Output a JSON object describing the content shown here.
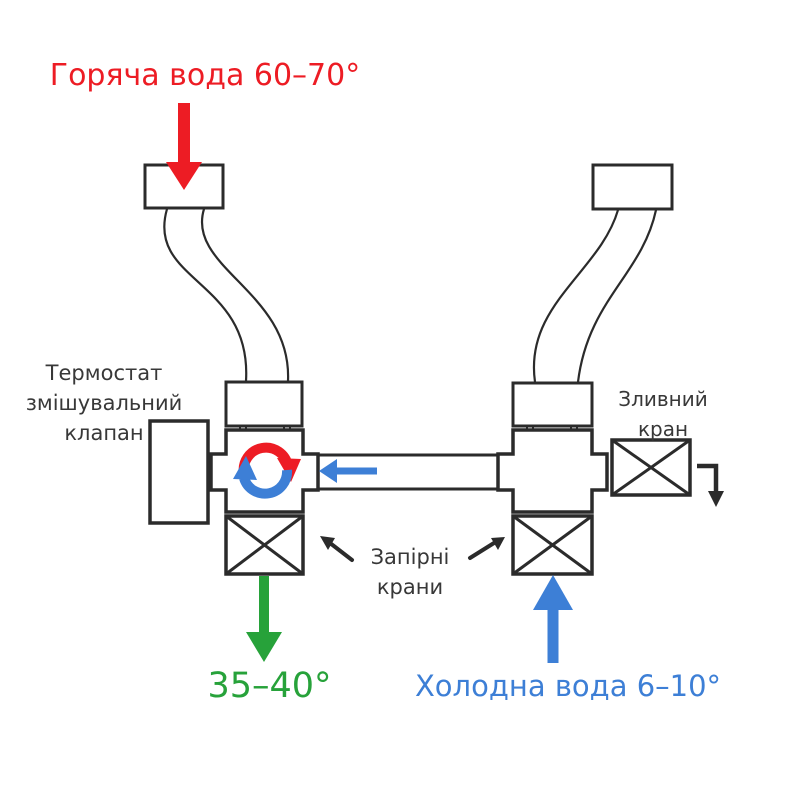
{
  "labels": {
    "hot_water": "Горяча вода 60–70°",
    "mixed_water": "35–40°",
    "cold_water": "Холодна вода 6–10°",
    "thermostat_valve": "Термостат\nзмішувальний\nклапан",
    "shutoff_valves": "Запірні\nкрани",
    "drain_valve": "Зливний\nкран"
  },
  "colors": {
    "hot": "#ed1c24",
    "cold": "#3d7fd6",
    "mixed": "#27a23a",
    "line": "#2b2b2b",
    "text": "#383838",
    "background": "#ffffff"
  },
  "icons": {
    "hot_water_arrow": "arrow-down",
    "pipe_flow_arrow": "arrow-left",
    "mixing_icon": "circular-red-blue-arrows",
    "mixed_water_arrow": "arrow-down",
    "cold_water_arrow": "arrow-up",
    "drain_arrow": "elbow-arrow-down",
    "shutoff_pointer_left": "arrow-up-left",
    "shutoff_pointer_right": "arrow-up-right"
  }
}
